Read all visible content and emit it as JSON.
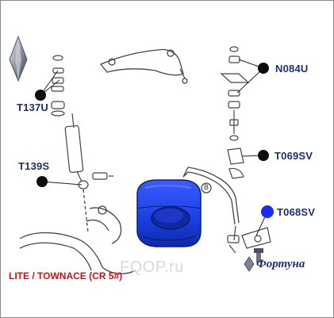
{
  "part_codes": {
    "t137u": "T137U",
    "t139s": "T139S",
    "n084u": "N084U",
    "t069sv": "T069SV",
    "t068sv": "T068SV"
  },
  "marker_colors": {
    "default": "#0d0d0d",
    "highlighted": "#1a2bff",
    "bushing": "#1a3fe0"
  },
  "circle_label": "B",
  "caption": "LITE / TOWNACE (CR 5#)",
  "watermark": "FQOP.ru",
  "brand": {
    "name": "Фортуна"
  },
  "icons": {
    "brand_icon": "diamond-logo-icon"
  }
}
